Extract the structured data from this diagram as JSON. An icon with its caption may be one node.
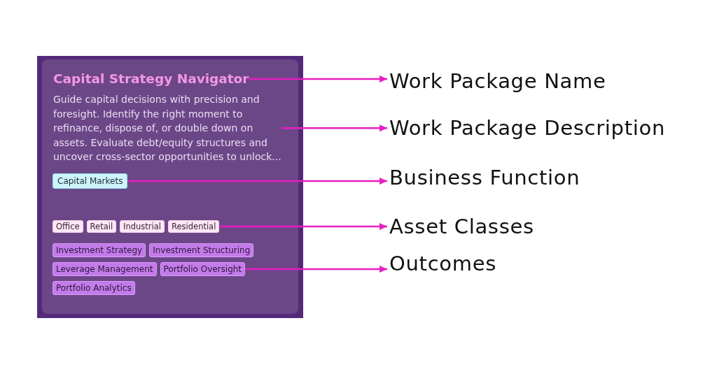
{
  "diagram": {
    "nodes": [
      {
        "text": [],
        "shape": "box"
      },
      {
        "text": [
          "Capital Strategy Navigator"
        ],
        "in": 0
      },
      {
        "text": [
          "Guide capital decisions with precision and foresight. Identify the right moment to refinance, dispose of, or double down on assets. Evaluate debt/equity structures and uncover cross-sector opportunities to unlock..."
        ],
        "in": 0
      },
      {
        "text": [
          "Capital Markets"
        ],
        "in": 0
      },
      {
        "text": [
          "Office"
        ],
        "in": 0
      },
      {
        "text": [
          "Retail"
        ],
        "in": 0
      },
      {
        "text": [
          "Industrial"
        ],
        "in": 0
      },
      {
        "text": [
          "Residential"
        ],
        "in": 0
      },
      {
        "text": [
          "Investment Strategy"
        ],
        "in": 0
      },
      {
        "text": [
          "Investment Structuring"
        ],
        "in": 0
      },
      {
        "text": [
          "Leverage Management"
        ],
        "in": 0
      },
      {
        "text": [
          "Portfolio Oversight"
        ],
        "in": 0
      },
      {
        "text": [
          "Portfolio Analytics"
        ],
        "in": 0
      },
      {
        "text": [
          "Work Package Name"
        ]
      },
      {
        "text": [
          "Work Package Description"
        ]
      },
      {
        "text": [
          "Business Function"
        ]
      },
      {
        "text": [
          "Asset Classes"
        ]
      },
      {
        "text": [
          "Outcomes"
        ]
      }
    ],
    "edges": [
      {
        "from": 1,
        "to": 13,
        "arrow": "to"
      },
      {
        "from": 2,
        "to": 14,
        "arrow": "to"
      },
      {
        "from": 3,
        "to": 15,
        "arrow": "to"
      },
      {
        "from": 7,
        "to": 16,
        "arrow": "to"
      },
      {
        "from": 11,
        "to": 17,
        "arrow": "to"
      }
    ]
  }
}
